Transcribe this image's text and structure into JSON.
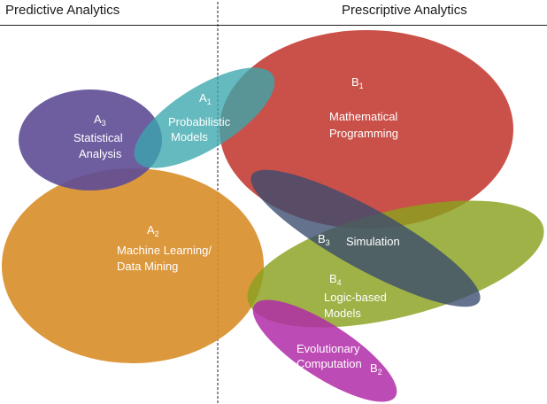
{
  "headers": {
    "left": "Predictive Analytics",
    "right": "Prescriptive Analytics"
  },
  "colors": {
    "statistical": "#5e4d96",
    "machine_learning": "#d98f2c",
    "probabilistic": "#3aa7ad",
    "mathematical": "#c5423a",
    "simulation": "#3a4a6e",
    "logic": "#8aa11f",
    "evolutionary": "#b12ba8"
  },
  "regions": {
    "a3": {
      "letter": "A",
      "sub": "3",
      "line1": "Statistical",
      "line2": "Analysis"
    },
    "a1": {
      "letter": "A",
      "sub": "1",
      "line1": "Probabilistic",
      "line2": "Models"
    },
    "a2": {
      "letter": "A",
      "sub": "2",
      "line1": "Machine Learning/",
      "line2": "Data Mining"
    },
    "b1": {
      "letter": "B",
      "sub": "1",
      "line1": "Mathematical",
      "line2": "Programming"
    },
    "b3": {
      "letter": "B",
      "sub": "3",
      "line1": "Simulation"
    },
    "b4": {
      "letter": "B",
      "sub": "4",
      "line1": "Logic-based",
      "line2": "Models"
    },
    "b2": {
      "letter": "B",
      "sub": "2",
      "line1": "Evolutionary",
      "line2": "Computation"
    }
  }
}
